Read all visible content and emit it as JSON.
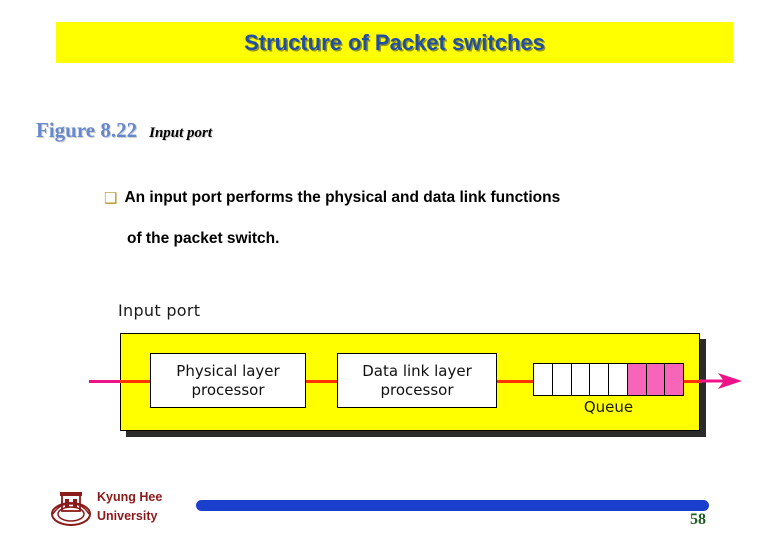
{
  "slide": {
    "title": "Structure of Packet switches",
    "title_bg_color": "#ffff00",
    "title_text_color": "#1f4fa8"
  },
  "figure": {
    "number": "Figure 8.22",
    "name": "Input port",
    "number_color": "#6688cc"
  },
  "bullets": [
    {
      "marker": "❑",
      "marker_color": "#b8952a",
      "line1": "An input port performs the physical and data link functions",
      "line2": "of the packet switch."
    }
  ],
  "diagram": {
    "label": "Input port",
    "container_color": "#ffff00",
    "path_color": "#ff3300",
    "arrow_color": "#ee1289",
    "boxes": [
      {
        "line1": "Physical layer",
        "line2": "processor"
      },
      {
        "line1": "Data link layer",
        "line2": "processor"
      }
    ],
    "queue": {
      "label": "Queue",
      "total_cells": 8,
      "filled_cells": 3,
      "filled_color": "#f765b8",
      "empty_color": "#ffffff"
    }
  },
  "footer": {
    "university_line1": "Kyung Hee",
    "university_line2": "University",
    "university_color": "#8b1a1a",
    "bar_color": "#1a3fcc",
    "page_number": "58",
    "page_number_color": "#1f5b23"
  }
}
